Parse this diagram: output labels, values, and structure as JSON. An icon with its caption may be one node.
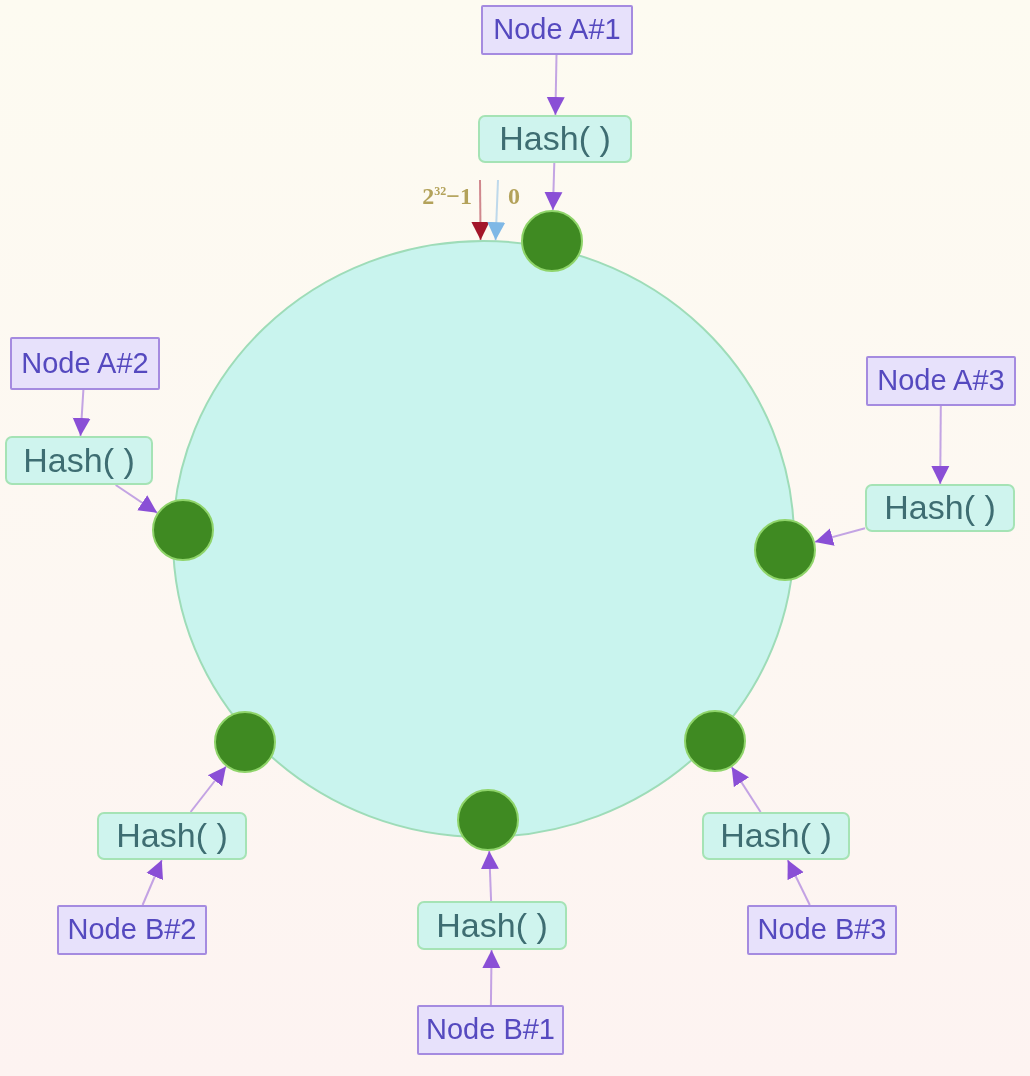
{
  "diagram": {
    "nodes": [
      {
        "text": [
          "Node A#1"
        ]
      },
      {
        "text": [
          "Hash( )"
        ]
      },
      {
        "text": [
          "2$^{32}$−1"
        ]
      },
      {
        "text": [
          "0"
        ]
      },
      {
        "text": [],
        "shape": "circle"
      },
      {
        "text": [],
        "shape": "circle"
      },
      {
        "text": [
          "Node A#2"
        ]
      },
      {
        "text": [
          "Node A#3"
        ]
      },
      {
        "text": [
          "Hash( )"
        ]
      },
      {
        "text": [
          "Hash( )"
        ]
      },
      {
        "text": [],
        "shape": "circle"
      },
      {
        "text": [],
        "shape": "circle"
      },
      {
        "text": [],
        "shape": "circle"
      },
      {
        "text": [],
        "shape": "circle"
      },
      {
        "text": [],
        "shape": "circle"
      },
      {
        "text": [
          "Hash( )"
        ]
      },
      {
        "text": [
          "Hash( )"
        ]
      },
      {
        "text": [
          "Hash( )"
        ]
      },
      {
        "text": [
          "Node B#2"
        ]
      },
      {
        "text": [
          "Node B#3"
        ]
      },
      {
        "text": [
          "Node B#1"
        ]
      }
    ],
    "edges": [
      {
        "from": 0,
        "to": 1,
        "arrow": "to"
      },
      {
        "from": 1,
        "to": 4,
        "arrow": "to"
      },
      {
        "from": 2,
        "to": 5,
        "arrow": "to",
        "color": "#a3162a"
      },
      {
        "from": 3,
        "to": 5,
        "arrow": "to",
        "color": "#7fb8e6"
      },
      {
        "from": 6,
        "to": 8,
        "arrow": "to"
      },
      {
        "from": 8,
        "to": 10,
        "arrow": "to"
      },
      {
        "from": 7,
        "to": 9,
        "arrow": "to"
      },
      {
        "from": 9,
        "to": 11,
        "arrow": "to"
      },
      {
        "from": 18,
        "to": 15,
        "arrow": "to"
      },
      {
        "from": 15,
        "to": 12,
        "arrow": "to"
      },
      {
        "from": 19,
        "to": 16,
        "arrow": "to"
      },
      {
        "from": 16,
        "to": 13,
        "arrow": "to"
      },
      {
        "from": 20,
        "to": 17,
        "arrow": "to"
      },
      {
        "from": 17,
        "to": 14,
        "arrow": "to"
      }
    ]
  }
}
